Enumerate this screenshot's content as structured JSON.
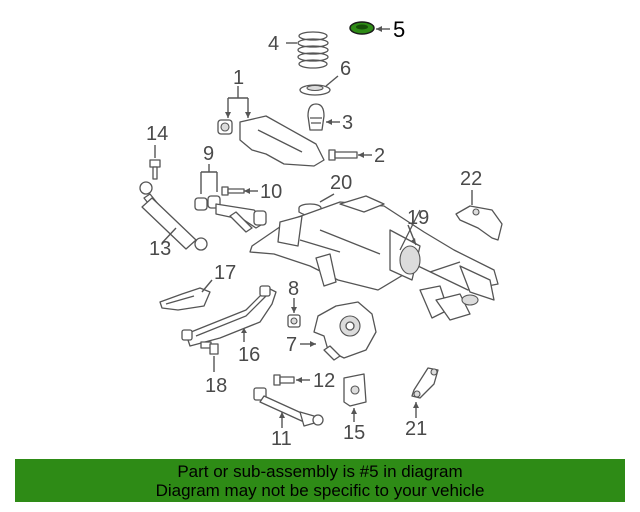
{
  "diagram": {
    "callouts": [
      {
        "id": "1",
        "label": "1"
      },
      {
        "id": "2",
        "label": "2"
      },
      {
        "id": "3",
        "label": "3"
      },
      {
        "id": "4",
        "label": "4"
      },
      {
        "id": "5",
        "label": "5",
        "highlighted": true
      },
      {
        "id": "6",
        "label": "6"
      },
      {
        "id": "7",
        "label": "7"
      },
      {
        "id": "8",
        "label": "8"
      },
      {
        "id": "9",
        "label": "9"
      },
      {
        "id": "10",
        "label": "10"
      },
      {
        "id": "11",
        "label": "11"
      },
      {
        "id": "12",
        "label": "12"
      },
      {
        "id": "13",
        "label": "13"
      },
      {
        "id": "14",
        "label": "14"
      },
      {
        "id": "15",
        "label": "15"
      },
      {
        "id": "16",
        "label": "16"
      },
      {
        "id": "17",
        "label": "17"
      },
      {
        "id": "18",
        "label": "18"
      },
      {
        "id": "19",
        "label": "19"
      },
      {
        "id": "20",
        "label": "20"
      },
      {
        "id": "21",
        "label": "21"
      },
      {
        "id": "22",
        "label": "22"
      }
    ],
    "highlight_color": "#2e8b16"
  },
  "footer": {
    "line1": "Part or sub-assembly is #5 in diagram",
    "line2": "Diagram may not be specific to your vehicle",
    "background": "#2e8b16"
  }
}
